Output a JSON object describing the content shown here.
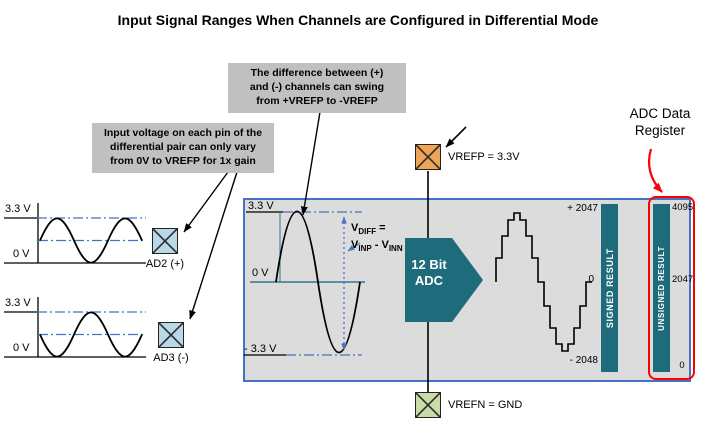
{
  "title": "Input Signal Ranges When Channels are Configured in Differential Mode",
  "callouts": {
    "diff_swing": [
      "The difference between (+)",
      "and (-) channels can swing",
      "from +VREFP to -VREFP"
    ],
    "pin_range": [
      "Input voltage on each pin of the",
      "differential pair can only vary",
      "from 0V to VREFP for 1x gain"
    ],
    "adc_register": {
      "line1": "ADC Data",
      "line2": "Register"
    }
  },
  "input_waveforms": {
    "top": {
      "vmax": "3.3 V",
      "vmin": "0 V"
    },
    "bottom": {
      "vmax": "3.3 V",
      "vmin": "0 V"
    }
  },
  "channels": {
    "positive": "AD2 (+)",
    "negative": "AD3 (-)"
  },
  "references": {
    "vrefp": "VREFP = 3.3V",
    "vrefn": "VREFN = GND"
  },
  "diff_plot": {
    "vmax": "3.3 V",
    "vzero": "0 V",
    "vmin": "- 3.3 V"
  },
  "vdiff": {
    "v1": "V",
    "s1": "DIFF",
    "eq": " =",
    "v2": "V",
    "s2": "INP",
    "m": " - V",
    "s3": "INN"
  },
  "adc": {
    "line1": "12 Bit",
    "line2": "ADC"
  },
  "results": {
    "signed": {
      "label": "SIGNED RESULT",
      "max": "+ 2047",
      "mid": "0",
      "min": "- 2048"
    },
    "unsigned": {
      "label": "UNSIGNED RESULT",
      "max": "4095",
      "mid": "2047",
      "min": "0"
    }
  },
  "colors": {
    "teal": "#1E6C7B",
    "blue": "#4472C4",
    "red": "#FF0000",
    "main_box_bg": "#DCDCDC",
    "callout_bg": "#C0C0C0",
    "channel_box": "#B9D8E8",
    "vrefp_box": "#F0A455",
    "vrefn_box": "#C9DCA8"
  }
}
